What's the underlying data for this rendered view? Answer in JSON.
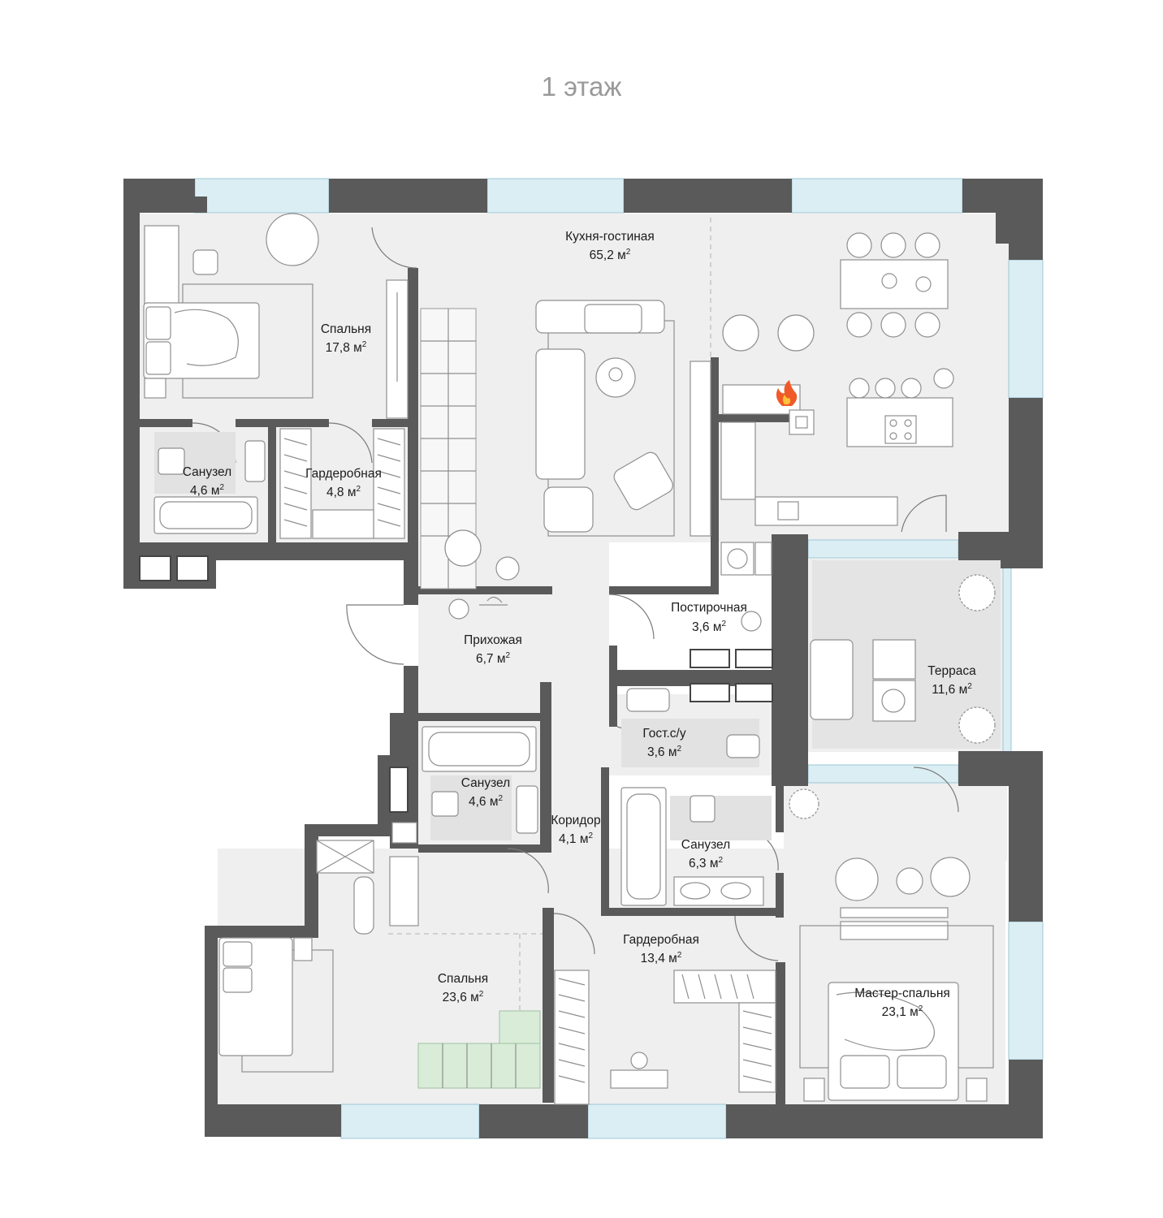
{
  "floor_title": "1 этаж",
  "unit": "м",
  "unit_power": "2",
  "rooms": [
    {
      "name": "Кухня-гостиная",
      "area": "65,2"
    },
    {
      "name": "Спальня",
      "area": "17,8"
    },
    {
      "name": "Санузел",
      "area": "4,6"
    },
    {
      "name": "Гардеробная",
      "area": "4,8"
    },
    {
      "name": "Прихожая",
      "area": "6,7"
    },
    {
      "name": "Постирочная",
      "area": "3,6"
    },
    {
      "name": "Терраса",
      "area": "11,6"
    },
    {
      "name": "Гост.с/у",
      "area": "3,6"
    },
    {
      "name": "Санузел",
      "area": "4,6"
    },
    {
      "name": "Коридор",
      "area": "4,1"
    },
    {
      "name": "Санузел",
      "area": "6,3"
    },
    {
      "name": "Гардеробная",
      "area": "13,4"
    },
    {
      "name": "Спальня",
      "area": "23,6"
    },
    {
      "name": "Мастер-спальня",
      "area": "23,1"
    }
  ],
  "colors": {
    "wall": "#5a5a5a",
    "floor": "#efefef",
    "window": "#dbeef4",
    "stair_highlight": "#d8ecd8",
    "fireplace": "#f05a28"
  },
  "icons": [
    "fireplace-icon",
    "plant-icon",
    "washing-machine-icon",
    "hob-icon",
    "sink-icon",
    "toilet-icon",
    "bathtub-icon",
    "bed-icon",
    "sofa-icon",
    "armchair-icon",
    "dining-table-icon",
    "desk-icon"
  ]
}
